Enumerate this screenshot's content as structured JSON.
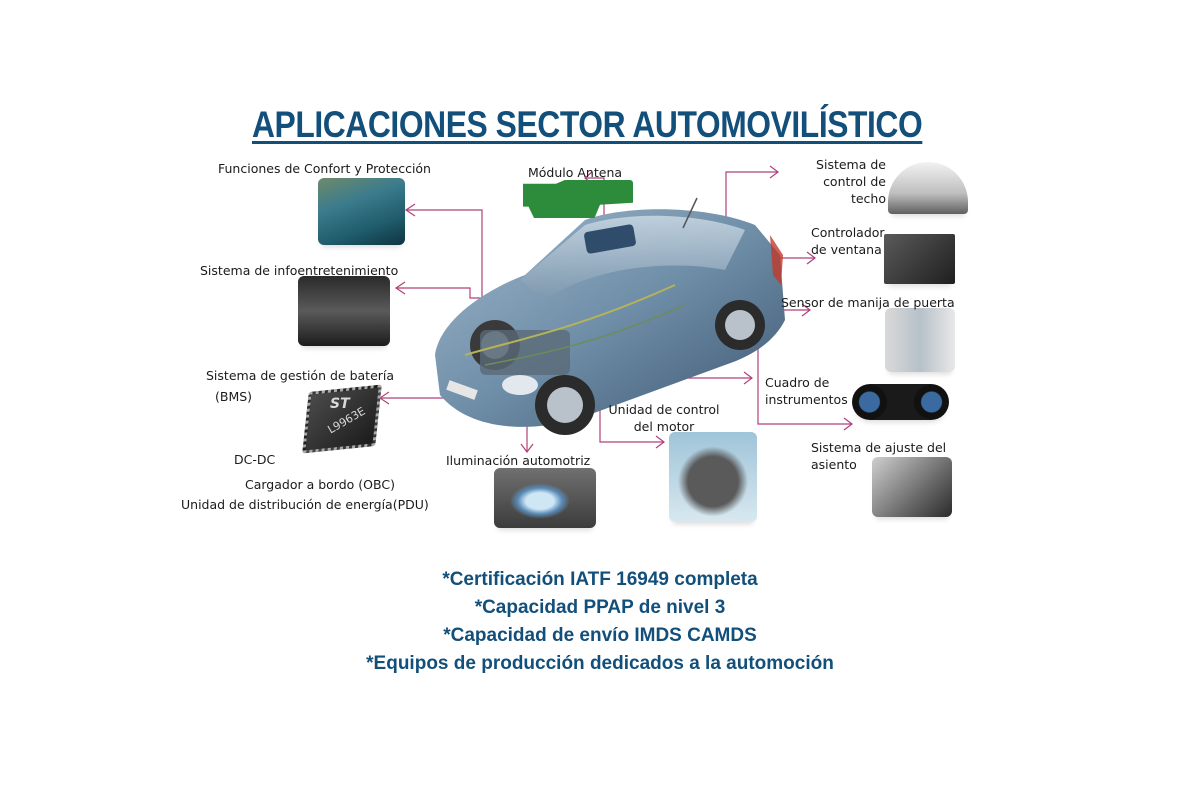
{
  "title": "APLICACIONES SECTOR AUTOMOVILÍSTICO",
  "colors": {
    "title": "#124f7a",
    "connector": "#b0417a",
    "text": "#1b1b1b"
  },
  "labels": {
    "comfort": "Funciones de Confort y Protección",
    "antenna": "Módulo Antena",
    "roof_1": "Sistema de",
    "roof_2": "control de",
    "roof_3": "techo",
    "window_1": "Controlador",
    "window_2": "de ventana",
    "infotainment": "Sistema de infoentretenimiento",
    "door_handle": "Sensor de manija de puerta",
    "bms_1": "Sistema de gestión de batería",
    "bms_2": "(BMS)",
    "cluster_1": "Cuadro de",
    "cluster_2": "instrumentos",
    "ecu_1": "Unidad de control",
    "ecu_2": "del motor",
    "seat_1": "Sistema de ajuste del",
    "seat_2": "asiento",
    "dcdc": "DC-DC",
    "obc": "Cargador a bordo (OBC)",
    "pdu": "Unidad de distribución de energía(PDU)",
    "lighting": "Iluminación automotriz"
  },
  "chip": {
    "brand": "ST",
    "part": "L9963E"
  },
  "bullets": [
    "*Certificación IATF 16949 completa",
    "*Capacidad PPAP de nivel 3",
    "*Capacidad de envío IMDS CAMDS",
    "*Equipos de producción dedicados a la automoción"
  ]
}
